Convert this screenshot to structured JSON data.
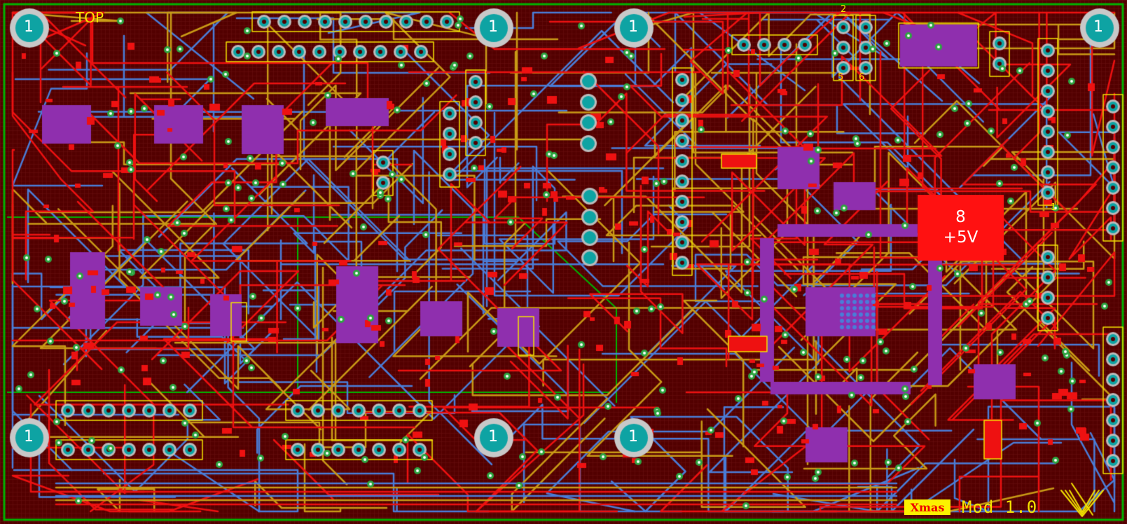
{
  "board": {
    "layer_label": "TOP",
    "power_block": {
      "line1": "8",
      "line2": "+5V"
    },
    "badge": "Xmas",
    "version_label": "Mod 1.0",
    "mounting_hole_label": "1",
    "connector_numbers": [
      "2",
      "5",
      "6",
      "1"
    ]
  },
  "colors": {
    "background": "#520000",
    "grid": "#6a1212",
    "outline": "#00b400",
    "top_trace": "#ee1111",
    "bottom_trace": "#4a7dd8",
    "mid_trace": "#c99a16",
    "silkscreen": "#f5e400",
    "pad": "#0ea3a3",
    "component": "#8f2fae",
    "via": "#2da641"
  }
}
